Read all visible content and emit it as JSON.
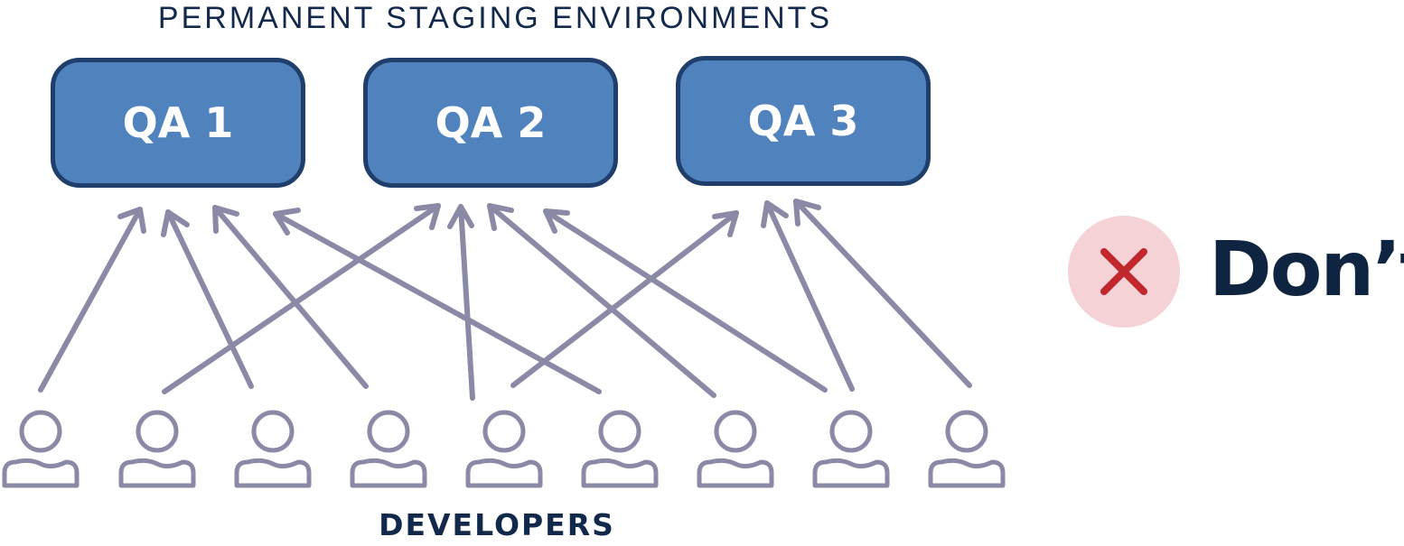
{
  "heading": "PERMANENT STAGING ENVIRONMENTS",
  "environments": [
    "QA 1",
    "QA 2",
    "QA 3"
  ],
  "footer_label": "DEVELOPERS",
  "verdict": {
    "label": "Don’t",
    "icon": "close-icon",
    "icon_color": "#c0282d",
    "badge_color": "#f5d2d6"
  },
  "colors": {
    "box_fill": "#5082be",
    "box_border": "#1f3e6c",
    "arrow": "#8a89a6",
    "text_dark": "#13294b"
  },
  "developer_count": 9
}
